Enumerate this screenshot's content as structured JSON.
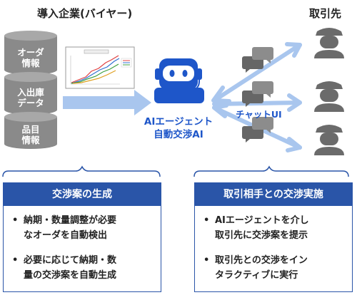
{
  "buyer_title": "導入企業(バイヤー)",
  "supplier_title": "取引先",
  "databases": [
    {
      "lines": [
        "オーダ",
        "情報"
      ]
    },
    {
      "lines": [
        "入出庫",
        "データ"
      ]
    },
    {
      "lines": [
        "品目",
        "情報"
      ]
    }
  ],
  "ai_agent": {
    "line1": "AIエージェント",
    "line2": "自動交渉AI"
  },
  "chat_ui_label": "チャットUI",
  "left_box": {
    "title": "交渉案の生成",
    "items": [
      {
        "line1": "納期・数量調整が必要",
        "line2": "なオーダを自動検出"
      },
      {
        "line1": "必要に応じて納期・数",
        "line2": "量の交渉案を自動生成"
      }
    ]
  },
  "right_box": {
    "title": "取引相手との交渉実施",
    "items": [
      {
        "line1": "AIエージェントを介し",
        "line2": "取引先に交渉案を提示"
      },
      {
        "line1": "取引先との交渉をイン",
        "line2": "タラクティブに実行"
      }
    ]
  },
  "colors": {
    "accent": "#2a55a8",
    "ai_blue": "#1e56c9",
    "arrow": "#a9c6ee",
    "db_gray": "#8a8a8a",
    "person_gray": "#6b6b6b"
  },
  "icons": [
    "database-icon",
    "chart-thumbnail",
    "robot-icon",
    "chat-bubble-icon",
    "person-icon"
  ]
}
